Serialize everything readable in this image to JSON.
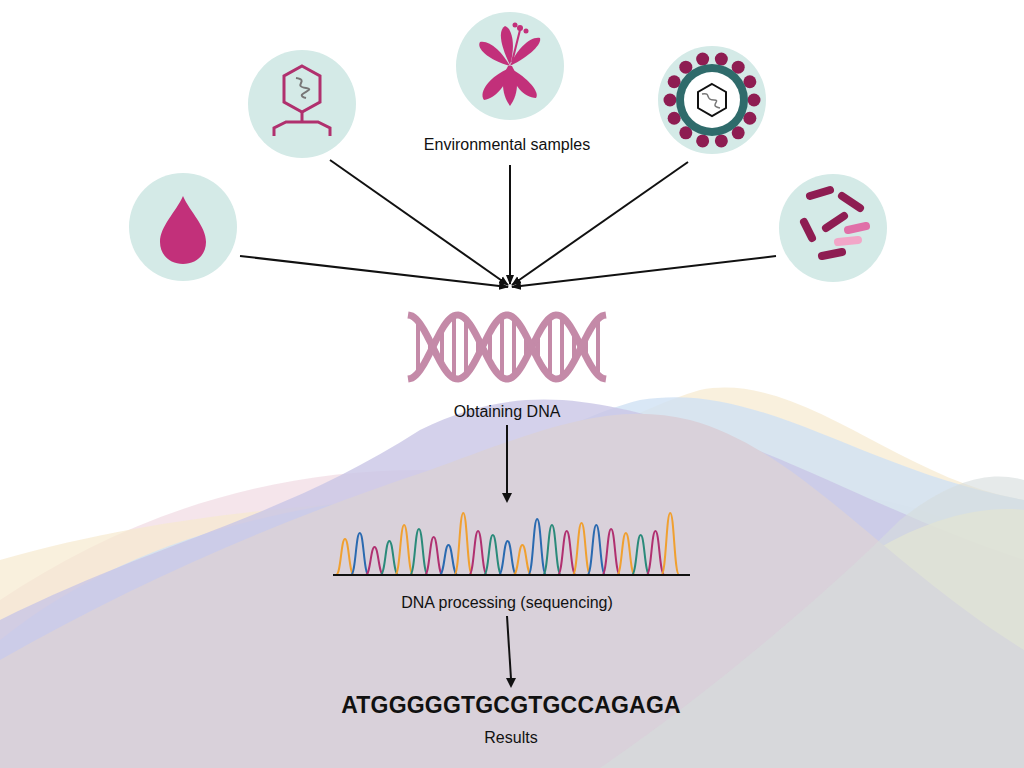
{
  "diagram": {
    "nodes": [
      {
        "text": [
          "Obtaining DNA"
        ]
      },
      {
        "text": [
          "DNA processing (sequencing)"
        ]
      },
      {
        "text": [
          "ATGGGGGTGCGTGCCAGAGA",
          "Results"
        ]
      }
    ],
    "edges": [
      {
        "from": 0,
        "to": 1,
        "arrow": "to"
      },
      {
        "from": 1,
        "to": 2,
        "arrow": "to"
      }
    ],
    "labels": [
      "Environmental samples"
    ]
  }
}
